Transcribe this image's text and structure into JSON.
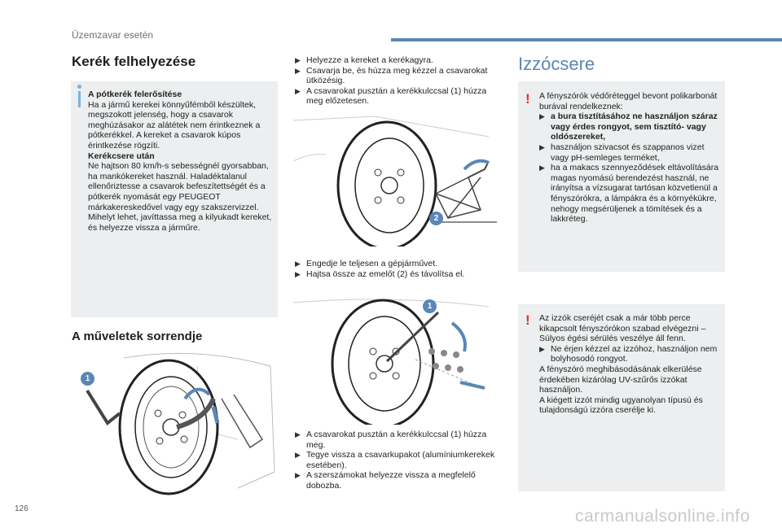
{
  "header": {
    "section": "Üzemzavar esetén",
    "accent_color": "#5b86b6"
  },
  "page_number": "126",
  "watermark": "carmanualsonline.info",
  "left": {
    "title": "Kerék felhelyezése",
    "info_box": {
      "p1_title": "A pótkerék felerősítése",
      "p1_text": "Ha a jármű kerekei könnyűfémből készültek, megszokott jelenség, hogy a csavarok meghúzásakor az alátétek nem érintkeznek a pótkerékkel. A kereket a csavarok kúpos érintkezése rögzíti.",
      "p2_title": "Kerékcsere után",
      "p2_text": "Ne hajtson 80 km/h-s sebességnél gyorsabban, ha mankókereket használ. Haladéktalanul ellenőriztesse a csavarok befeszítettségét és a pótkerék nyomását egy PEUGEOT márkakereskedővel vagy egy szakszervizzel.",
      "p3_text": "Mihelyt lehet, javíttassa meg a kilyukadt kereket, és helyezze vissza a járműre."
    },
    "steps_title": "A műveletek sorrendje",
    "badge1": "1"
  },
  "middle": {
    "bullets_top": [
      "Helyezze a kereket a kerékagyra.",
      "Csavarja be, és húzza meg kézzel a csavarokat ütközésig.",
      "A csavarokat pusztán a kerékkulccsal (1) húzza meg előzetesen."
    ],
    "badge2": "2",
    "bullets_mid": [
      "Engedje le teljesen a gépjárművet.",
      "Hajtsa össze az emelőt (2) és távolítsa el."
    ],
    "badge1b": "1",
    "bullets_bottom": [
      "A csavarokat pusztán a kerékkulccsal (1) húzza meg.",
      "Tegye vissza a csavarkupakot (alumíniumkerekek esetében).",
      "A szerszámokat helyezze vissza a megfelelő dobozba."
    ]
  },
  "right": {
    "title": "Izzócsere",
    "warn_icon": "!",
    "box1": {
      "intro": "A fényszórók védőréteggel bevont polikarbonát burával rendelkeznek:",
      "b1": "a bura tisztításához ne használjon száraz vagy érdes rongyot, sem tisztító- vagy oldószereket,",
      "b2": "használjon szivacsot és szappanos vizet vagy pH-semleges terméket,",
      "b3": "ha a makacs szennyeződések eltávolítására magas nyomású berendezést használ, ne irányítsa a vízsugarat tartósan közvetlenül a fényszórókra, a lámpákra és a környékükre, nehogy megsérüljenek a tömítések és a lakkréteg."
    },
    "box2": {
      "p1": "Az izzók cseréjét csak a már több perce kikapcsolt fényszórókon szabad elvégezni – Súlyos égési sérülés veszélye áll fenn.",
      "b1": "Ne érjen kézzel az izzóhoz, használjon nem bolyhosodó rongyot.",
      "p2": "A fényszóró meghibásodásának elkerülése érdekében kizárólag UV-szűrős izzókat használjon.",
      "p3": "A kiégett izzót mindig ugyanolyan típusú és tulajdonságú izzóra cserélje ki."
    }
  }
}
